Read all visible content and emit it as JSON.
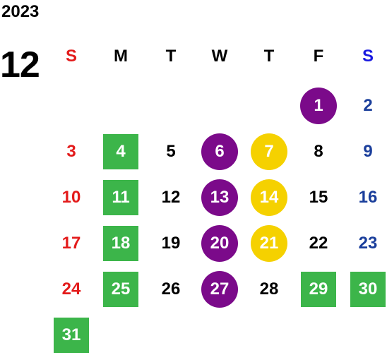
{
  "calendar": {
    "year": "2023",
    "month": "12",
    "weekdays": [
      "S",
      "M",
      "T",
      "W",
      "T",
      "F",
      "S"
    ],
    "weekday_colors": [
      "#e31b1b",
      "#000000",
      "#000000",
      "#000000",
      "#000000",
      "#000000",
      "#1a1ae0"
    ],
    "first_weekday_index": 5,
    "colors": {
      "sunday_text": "#e31b1b",
      "saturday_text": "#1a3e9b",
      "weekday_text": "#000000",
      "purple": "#7b0a8a",
      "yellow": "#f5d100",
      "green": "#3cb54a",
      "marked_text": "#ffffff"
    },
    "days": [
      {
        "d": "1",
        "mark": "purple-circle"
      },
      {
        "d": "2",
        "mark": ""
      },
      {
        "d": "3",
        "mark": ""
      },
      {
        "d": "4",
        "mark": "green-square"
      },
      {
        "d": "5",
        "mark": ""
      },
      {
        "d": "6",
        "mark": "purple-circle"
      },
      {
        "d": "7",
        "mark": "yellow-circle"
      },
      {
        "d": "8",
        "mark": ""
      },
      {
        "d": "9",
        "mark": ""
      },
      {
        "d": "10",
        "mark": ""
      },
      {
        "d": "11",
        "mark": "green-square"
      },
      {
        "d": "12",
        "mark": ""
      },
      {
        "d": "13",
        "mark": "purple-circle"
      },
      {
        "d": "14",
        "mark": "yellow-circle"
      },
      {
        "d": "15",
        "mark": ""
      },
      {
        "d": "16",
        "mark": ""
      },
      {
        "d": "17",
        "mark": ""
      },
      {
        "d": "18",
        "mark": "green-square"
      },
      {
        "d": "19",
        "mark": ""
      },
      {
        "d": "20",
        "mark": "purple-circle"
      },
      {
        "d": "21",
        "mark": "yellow-circle"
      },
      {
        "d": "22",
        "mark": ""
      },
      {
        "d": "23",
        "mark": ""
      },
      {
        "d": "24",
        "mark": ""
      },
      {
        "d": "25",
        "mark": "green-square"
      },
      {
        "d": "26",
        "mark": ""
      },
      {
        "d": "27",
        "mark": "purple-circle"
      },
      {
        "d": "28",
        "mark": ""
      },
      {
        "d": "29",
        "mark": "green-square"
      },
      {
        "d": "30",
        "mark": "green-square"
      },
      {
        "d": "31",
        "mark": "green-square"
      }
    ]
  }
}
